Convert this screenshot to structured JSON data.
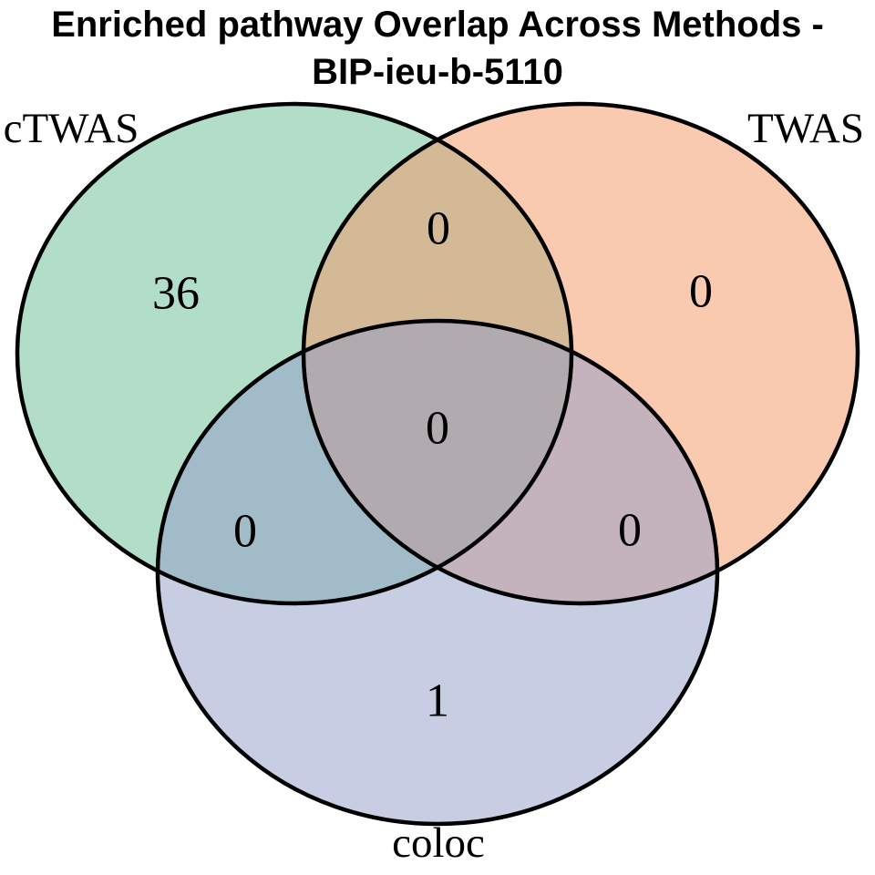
{
  "title": {
    "line1": "Enriched pathway Overlap Across Methods -",
    "line2": "BIP-ieu-b-5110"
  },
  "chart_data": {
    "type": "venn",
    "title": "Enriched pathway Overlap Across Methods - BIP-ieu-b-5110",
    "sets": [
      {
        "label": "cTWAS",
        "color": "#65BB93"
      },
      {
        "label": "TWAS",
        "color": "#F39561"
      },
      {
        "label": "coloc",
        "color": "#8F9BC7"
      }
    ],
    "regions": {
      "ctwas_only": 36,
      "twas_only": 0,
      "coloc_only": 1,
      "ctwas_twas": 0,
      "ctwas_coloc": 0,
      "twas_coloc": 0,
      "all_three": 0
    },
    "observed_region_colors": {
      "ctwas_only": "#B2DDC9",
      "twas_only": "#F9CAB0",
      "coloc_only": "#C7CDE3",
      "ctwas_twas": "#CFB093",
      "ctwas_coloc": "#98B4C4",
      "twas_coloc": "#BBA4B4",
      "all_three": "#A79EA8"
    },
    "outline_color": "#000000",
    "legend_position": "none",
    "grid": false
  }
}
